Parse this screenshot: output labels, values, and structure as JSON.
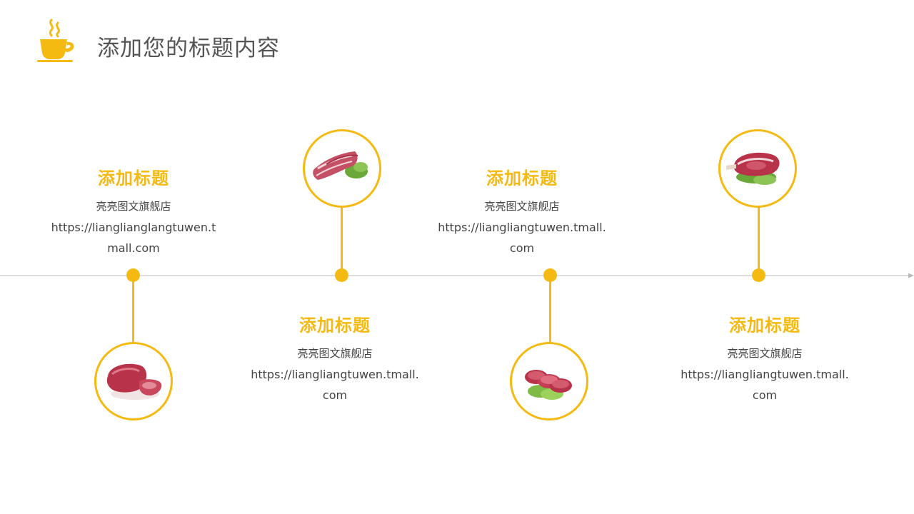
{
  "header": {
    "title": "添加您的标题内容",
    "icon": "coffee-cup-icon"
  },
  "colors": {
    "accent": "#F5BA12",
    "axis": "#BBBBBB",
    "text": "#444444"
  },
  "timeline": {
    "items": [
      {
        "title": "添加标题",
        "subtitle": "亮亮图文旗舰店",
        "url": "https://lianglianglangtuwen.tmall.com",
        "image": "beef-chunk-image"
      },
      {
        "title": "添加标题",
        "subtitle": "亮亮图文旗舰店",
        "url": "https://liangliangtuwen.tmall.com",
        "image": "bacon-strips-image"
      },
      {
        "title": "添加标题",
        "subtitle": "亮亮图文旗舰店",
        "url": "https://liangliangtuwen.tmall.com",
        "image": "ground-meat-patties-image"
      },
      {
        "title": "添加标题",
        "subtitle": "亮亮图文旗舰店",
        "url": "https://liangliangtuwen.tmall.com",
        "image": "raw-steak-image"
      }
    ]
  }
}
